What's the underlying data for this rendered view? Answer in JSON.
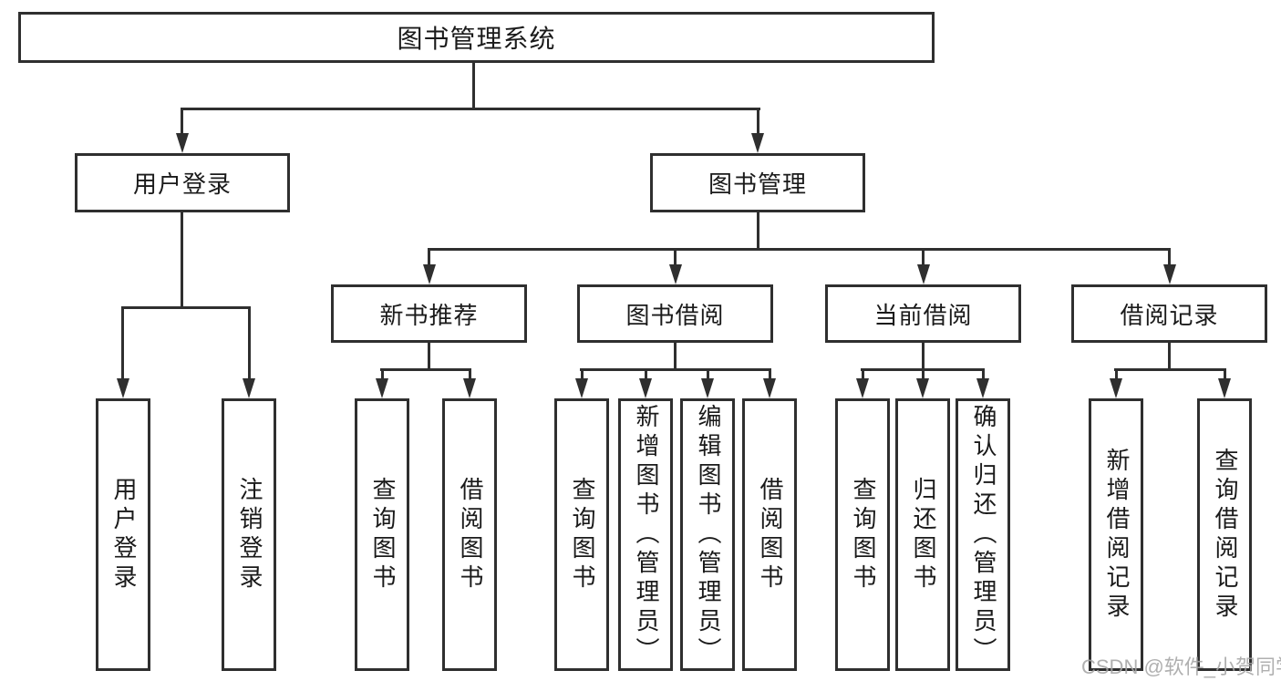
{
  "tree": {
    "label": "图书管理系统",
    "children": [
      {
        "label": "用户登录",
        "children": [
          {
            "label": "用户登录"
          },
          {
            "label": "注销登录"
          }
        ]
      },
      {
        "label": "图书管理",
        "children": [
          {
            "label": "新书推荐",
            "children": [
              {
                "label": "查询图书"
              },
              {
                "label": "借阅图书"
              }
            ]
          },
          {
            "label": "图书借阅",
            "children": [
              {
                "label": "查询图书"
              },
              {
                "label": "新增图书（管理员）"
              },
              {
                "label": "编辑图书（管理员）"
              },
              {
                "label": "借阅图书"
              }
            ]
          },
          {
            "label": "当前借阅",
            "children": [
              {
                "label": "查询图书"
              },
              {
                "label": "归还图书"
              },
              {
                "label": "确认归还（管理员）"
              }
            ]
          },
          {
            "label": "借阅记录",
            "children": [
              {
                "label": "新增借阅记录"
              },
              {
                "label": "查询借阅记录"
              }
            ]
          }
        ]
      }
    ]
  },
  "watermark": "CSDN @软件_小贺同学",
  "colors": {
    "line": "#2f2f2f",
    "text": "#1a1a1a",
    "watermark": "#a5a5a5",
    "background": "#ffffff"
  }
}
